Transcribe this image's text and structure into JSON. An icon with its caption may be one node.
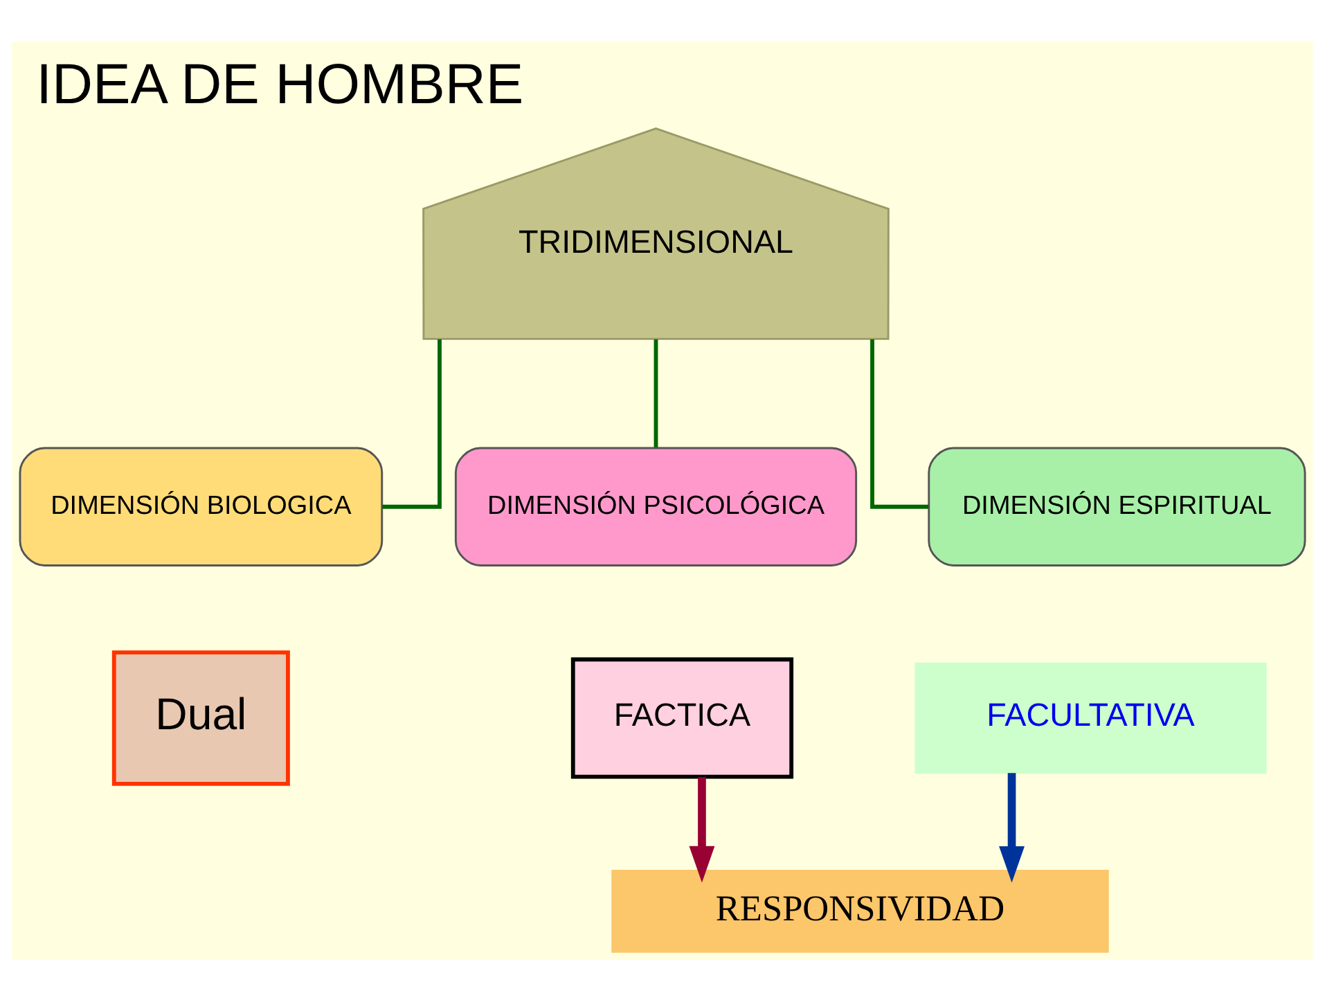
{
  "diagram": {
    "title": "IDEA DE HOMBRE",
    "nodes": [
      {
        "text": [
          "TRIDIMENSIONAL"
        ]
      },
      {
        "text": [
          "DIMENSIÓN BIOLOGICA"
        ]
      },
      {
        "text": [
          "DIMENSIÓN PSICOLÓGICA"
        ]
      },
      {
        "text": [
          "DIMENSIÓN ESPIRITUAL"
        ]
      },
      {
        "text": [
          "Dual"
        ]
      },
      {
        "text": [
          "FACTICA"
        ]
      },
      {
        "text": [
          "FACULTATIVA"
        ]
      },
      {
        "text": [
          "RESPONSIVIDAD"
        ]
      }
    ],
    "edges": [
      {
        "from": 0,
        "to": 1,
        "arrow": "none"
      },
      {
        "from": 0,
        "to": 2,
        "arrow": "none"
      },
      {
        "from": 0,
        "to": 3,
        "arrow": "none"
      },
      {
        "from": 5,
        "to": 7,
        "arrow": "to",
        "style": "thick",
        "color": "#990033"
      },
      {
        "from": 6,
        "to": 7,
        "arrow": "to",
        "style": "thick",
        "color": "#003399"
      }
    ]
  }
}
